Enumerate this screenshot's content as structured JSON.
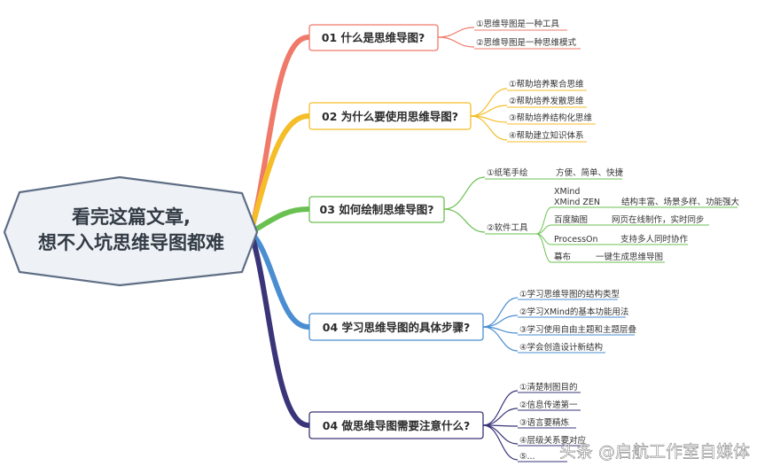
{
  "root": {
    "line1": "看完这篇文章,",
    "line2": "想不入坑思维导图都难"
  },
  "colors": {
    "root_fill": "#eef1f6",
    "root_stroke": "#5e6e85",
    "b1": "#f07a6a",
    "b2": "#f5be28",
    "b3": "#6ac152",
    "b4": "#4a8ed1",
    "b5": "#3a3578"
  },
  "branches": [
    {
      "label": "01 什么是思维导图?",
      "items": [
        "①思维导图是一种工具",
        "②思维导图是一种思维模式"
      ]
    },
    {
      "label": "02 为什么要使用思维导图?",
      "items": [
        "①帮助培养聚合思维",
        "②帮助培养发散思维",
        "③帮助培养结构化思维",
        "④帮助建立知识体系"
      ]
    },
    {
      "label": "03 如何绘制思维导图?",
      "groups": [
        {
          "label": "①纸笔手绘",
          "tools": [
            {
              "name": "方便、简单、快捷",
              "desc": ""
            }
          ]
        },
        {
          "label": "②软件工具",
          "tools": [
            {
              "name": "XMind",
              "name2": "XMind ZEN",
              "desc": "结构丰富、场景多样、功能强大"
            },
            {
              "name": "百度脑图",
              "desc": "网页在线制作，实时同步"
            },
            {
              "name": "ProcessOn",
              "desc": "支持多人同时协作"
            },
            {
              "name": "幕布",
              "desc": "一键生成思维导图"
            }
          ]
        }
      ]
    },
    {
      "label": "04 学习思维导图的具体步骤?",
      "items": [
        "①学习思维导图的结构类型",
        "②学习XMind的基本功能用法",
        "③学习使用自由主题和主题层叠",
        "④学会创造设计新结构"
      ]
    },
    {
      "label": "04 做思维导图需要注意什么?",
      "items": [
        "①清楚制图目的",
        "②信息传递第一",
        "③语言要精炼",
        "④层级关系要对应",
        "⑤..."
      ]
    }
  ],
  "watermark": "头条 @启航工作室自媒体"
}
